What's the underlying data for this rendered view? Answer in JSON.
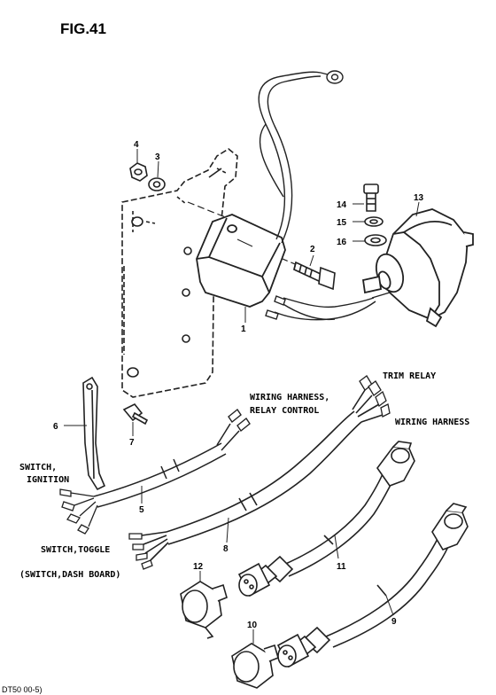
{
  "figure": {
    "title": "FIG.41",
    "footer": "DT50 00-5)"
  },
  "callouts": {
    "n1": "1",
    "n2": "2",
    "n3": "3",
    "n4": "4",
    "n5": "5",
    "n6": "6",
    "n7": "7",
    "n8": "8",
    "n9": "9",
    "n10": "10",
    "n11": "11",
    "n12": "12",
    "n13": "13",
    "n14": "14",
    "n15": "15",
    "n16": "16"
  },
  "labels": {
    "trim_relay": "TRIM RELAY",
    "harness_relay_line1": "WIRING HARNESS,",
    "harness_relay_line2": "RELAY CONTROL",
    "wiring_harness": "WIRING HARNESS",
    "switch_ignition_line1": "SWITCH,",
    "switch_ignition_line2": "IGNITION",
    "switch_toggle": "SWITCH,TOGGLE",
    "switch_dash": "(SWITCH,DASH BOARD)"
  }
}
